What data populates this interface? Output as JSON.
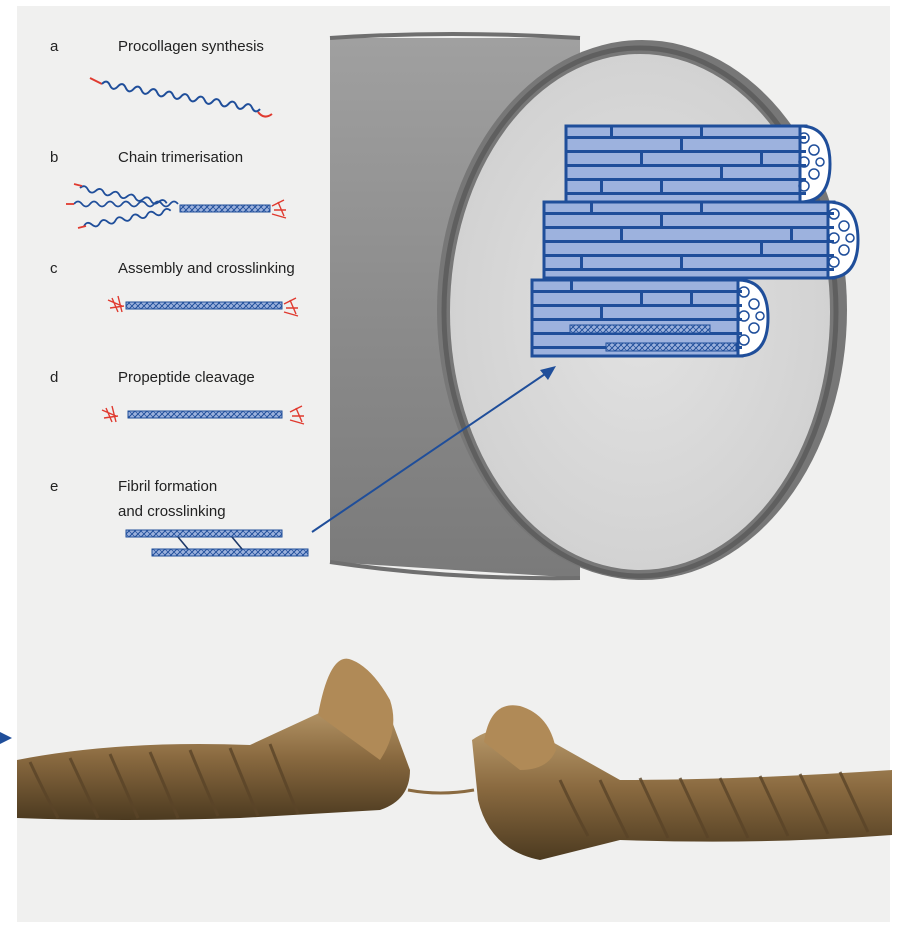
{
  "steps": [
    {
      "letter": "a",
      "title": "Procollagen synthesis"
    },
    {
      "letter": "b",
      "title": "Chain trimerisation"
    },
    {
      "letter": "c",
      "title": "Assembly and crosslinking"
    },
    {
      "letter": "d",
      "title": "Propeptide cleavage"
    },
    {
      "letter": "e",
      "title": "Fibril formation",
      "title2": "and crosslinking"
    }
  ],
  "colors": {
    "panel": "#f0f0ef",
    "chain": "#1f4e9a",
    "fibril_fill": "#8fa8d8",
    "propeptide": "#e03a2f",
    "cylinder": "#8a8a8a",
    "cylinder_face": "#d8d8d8",
    "rope": "#8a6a40"
  },
  "icons": [
    "procollagen-chain",
    "triple-helix",
    "fibril",
    "fiber-bundle",
    "broken-rope",
    "pointer-arrow"
  ]
}
